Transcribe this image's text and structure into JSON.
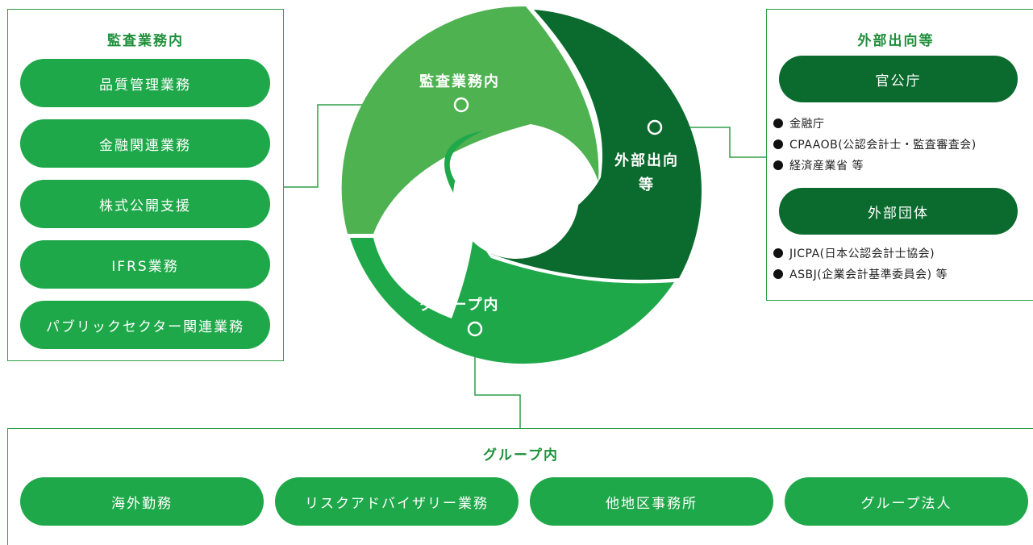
{
  "audit_panel": {
    "title": "監査業務内",
    "items": [
      "品質管理業務",
      "金融関連業務",
      "株式公開支援",
      "IFRS業務",
      "パブリックセクター関連業務"
    ]
  },
  "external_panel": {
    "title": "外部出向等",
    "government_label": "官公庁",
    "government_items": [
      "金融庁",
      "CPAAOB(公認会計士・監査審査会)",
      "経済産業省 等"
    ],
    "organizations_label": "外部団体",
    "organization_items": [
      "JICPA(日本公認会計士協会)",
      "ASBJ(企業会計基準委員会) 等"
    ]
  },
  "group_panel": {
    "title": "グループ内",
    "items": [
      "海外勤務",
      "リスクアドバイザリー業務",
      "他地区事務所",
      "グループ法人"
    ]
  },
  "cycle": {
    "audit_label": "監査業務内",
    "external_label_line1": "外部出向",
    "external_label_line2": "等",
    "group_label": "グループ内"
  },
  "colors": {
    "audit_segment": "#4db24f",
    "external_segment": "#0b6b2e",
    "group_segment": "#1fa84a",
    "border": "#2e9e48"
  }
}
